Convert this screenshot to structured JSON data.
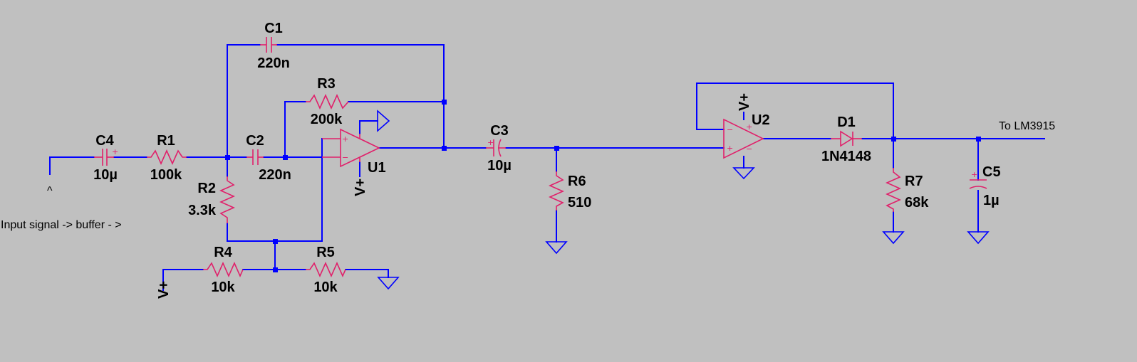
{
  "colors": {
    "background": "#c0c0c0",
    "wire": "#0000ff",
    "component": "#e0206a",
    "text": "#000000"
  },
  "notes": {
    "input": "Input signal -> buffer - >",
    "output": "To LM3915",
    "input_marker": "^"
  },
  "components": {
    "C1": {
      "ref": "C1",
      "value": "220n"
    },
    "C2": {
      "ref": "C2",
      "value": "220n"
    },
    "C3": {
      "ref": "C3",
      "value": "10µ"
    },
    "C4": {
      "ref": "C4",
      "value": "10µ"
    },
    "C5": {
      "ref": "C5",
      "value": "1µ"
    },
    "R1": {
      "ref": "R1",
      "value": "100k"
    },
    "R2": {
      "ref": "R2",
      "value": "3.3k"
    },
    "R3": {
      "ref": "R3",
      "value": "200k"
    },
    "R4": {
      "ref": "R4",
      "value": "10k"
    },
    "R5": {
      "ref": "R5",
      "value": "10k"
    },
    "R6": {
      "ref": "R6",
      "value": "510"
    },
    "R7": {
      "ref": "R7",
      "value": "68k"
    },
    "D1": {
      "ref": "D1",
      "value": "1N4148"
    },
    "U1": {
      "ref": "U1"
    },
    "U2": {
      "ref": "U2"
    }
  },
  "supply_labels": {
    "u1_vplus": "V+",
    "u2_vplus": "V+",
    "divider_vplus": "V+"
  },
  "opamp_pins": {
    "plus": "+",
    "minus": "−"
  },
  "cap_polarity": "+"
}
